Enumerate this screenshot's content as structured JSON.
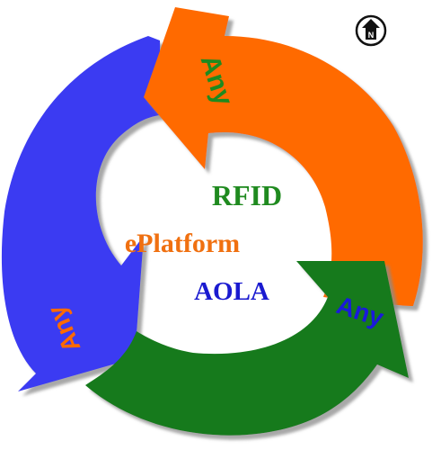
{
  "compass": {
    "letter": "N",
    "icon": "north-arrow-icon"
  },
  "cycle": {
    "arrows": [
      {
        "label": "Any",
        "color": "#ff6a00",
        "label_color": "#1f8a1f"
      },
      {
        "label": "Any",
        "color": "#147a1c",
        "label_color": "#1a1adb"
      },
      {
        "label": "Any",
        "color": "#3b3bf2",
        "label_color": "#ff6a00"
      }
    ]
  },
  "center": {
    "rfid": {
      "text": "RFID",
      "color": "#1f8a1f"
    },
    "eplatform": {
      "text": "ePlatform",
      "color": "#f07010"
    },
    "aola": {
      "text": "AOLA",
      "color": "#1a1ad0"
    }
  }
}
